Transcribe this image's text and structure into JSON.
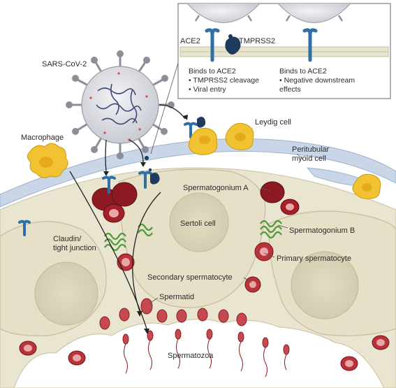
{
  "labels": {
    "virus": "SARS-CoV-2",
    "macrophage": "Macrophage",
    "leydig": "Leydig cell",
    "peritubular_1": "Peritubular",
    "peritubular_2": "myoid cell",
    "spermatogonium_a": "Spermatogonium A",
    "spermatogonium_b": "Spermatogonium B",
    "sertoli": "Sertoli cell",
    "claudin_1": "Claudin/",
    "claudin_2": "tight junction",
    "primary_spermatocyte": "Primary spermatocyte",
    "secondary_spermatocyte": "Secondary spermatocyte",
    "spermatid": "Spermatid",
    "spermatozoa": "Spermatozoa"
  },
  "inset": {
    "ace2_label": "ACE2",
    "tmprss2_label": "TMPRSS2",
    "left_lines": [
      "Binds to ACE2",
      "• TMPRSS2 cleavage",
      "• Viral entry"
    ],
    "right_lines": [
      "Binds to ACE2",
      "• Negative downstream",
      "   effects"
    ]
  },
  "colors": {
    "background": "#ffffff",
    "cytoplasm": "#e9e4cf",
    "nucleus": "#dcd6bc",
    "basement_membrane": "#c9d6e8",
    "germ_cell_dark": "#8d1a22",
    "germ_cell_mid": "#b8343a",
    "germ_cell_nucleus": "#e9a7a7",
    "ace2_blue": "#2e6fa8",
    "tmprss2_navy": "#1e3a5c",
    "claudin_green": "#4e9a3a",
    "leydig_yellow": "#f1c232",
    "virus_spike": "#8d8f98"
  }
}
